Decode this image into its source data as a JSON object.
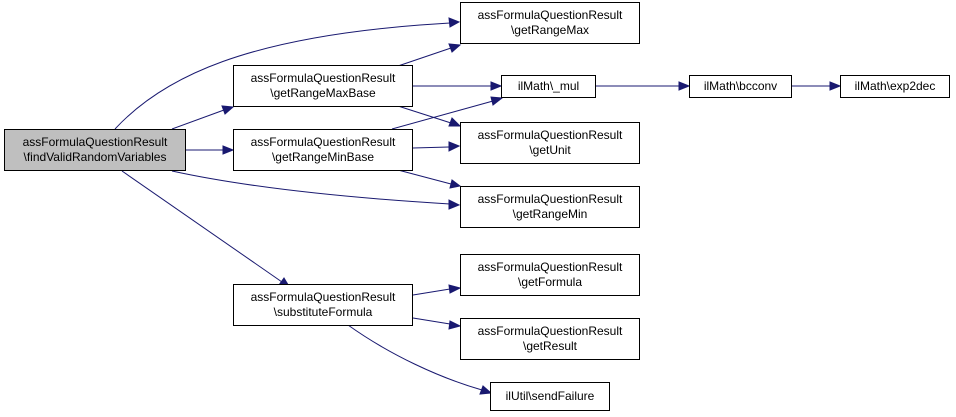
{
  "colors": {
    "edge": "#191970",
    "root_fill": "#bfbfbf",
    "node_fill": "#ffffff",
    "border": "#000000"
  },
  "nodes": {
    "find_valid": {
      "line1": "assFormulaQuestionResult",
      "line2": "\\findValidRandomVariables"
    },
    "get_range_max_base": {
      "line1": "assFormulaQuestionResult",
      "line2": "\\getRangeMaxBase"
    },
    "get_range_min_base": {
      "line1": "assFormulaQuestionResult",
      "line2": "\\getRangeMinBase"
    },
    "substitute_formula": {
      "line1": "assFormulaQuestionResult",
      "line2": "\\substituteFormula"
    },
    "get_range_max": {
      "line1": "assFormulaQuestionResult",
      "line2": "\\getRangeMax"
    },
    "il_math_mul": {
      "line1": "ilMath\\_mul"
    },
    "get_unit": {
      "line1": "assFormulaQuestionResult",
      "line2": "\\getUnit"
    },
    "get_range_min": {
      "line1": "assFormulaQuestionResult",
      "line2": "\\getRangeMin"
    },
    "get_formula": {
      "line1": "assFormulaQuestionResult",
      "line2": "\\getFormula"
    },
    "get_result": {
      "line1": "assFormulaQuestionResult",
      "line2": "\\getResult"
    },
    "send_failure": {
      "line1": "ilUtil\\sendFailure"
    },
    "bcconv": {
      "line1": "ilMath\\bcconv"
    },
    "exp2dec": {
      "line1": "ilMath\\exp2dec"
    }
  }
}
